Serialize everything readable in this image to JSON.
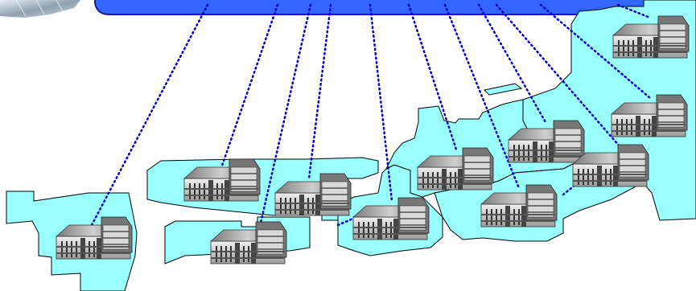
{
  "diagram": {
    "kind": "network map",
    "theme": {
      "land_fill": "#99ffff",
      "land_stroke": "#000000",
      "link_color": "#0000cc",
      "banner_color": "#3366ff",
      "building_light": "#d9d9d9",
      "building_dark": "#4d4d4d"
    },
    "regions": [
      "region-far-west",
      "region-west-upper",
      "region-west-lower",
      "region-central-south",
      "region-central-north",
      "region-east",
      "region-small-isle"
    ],
    "facility_icon": "factory-building-icon",
    "facility_count": 11,
    "link_count": 13
  }
}
